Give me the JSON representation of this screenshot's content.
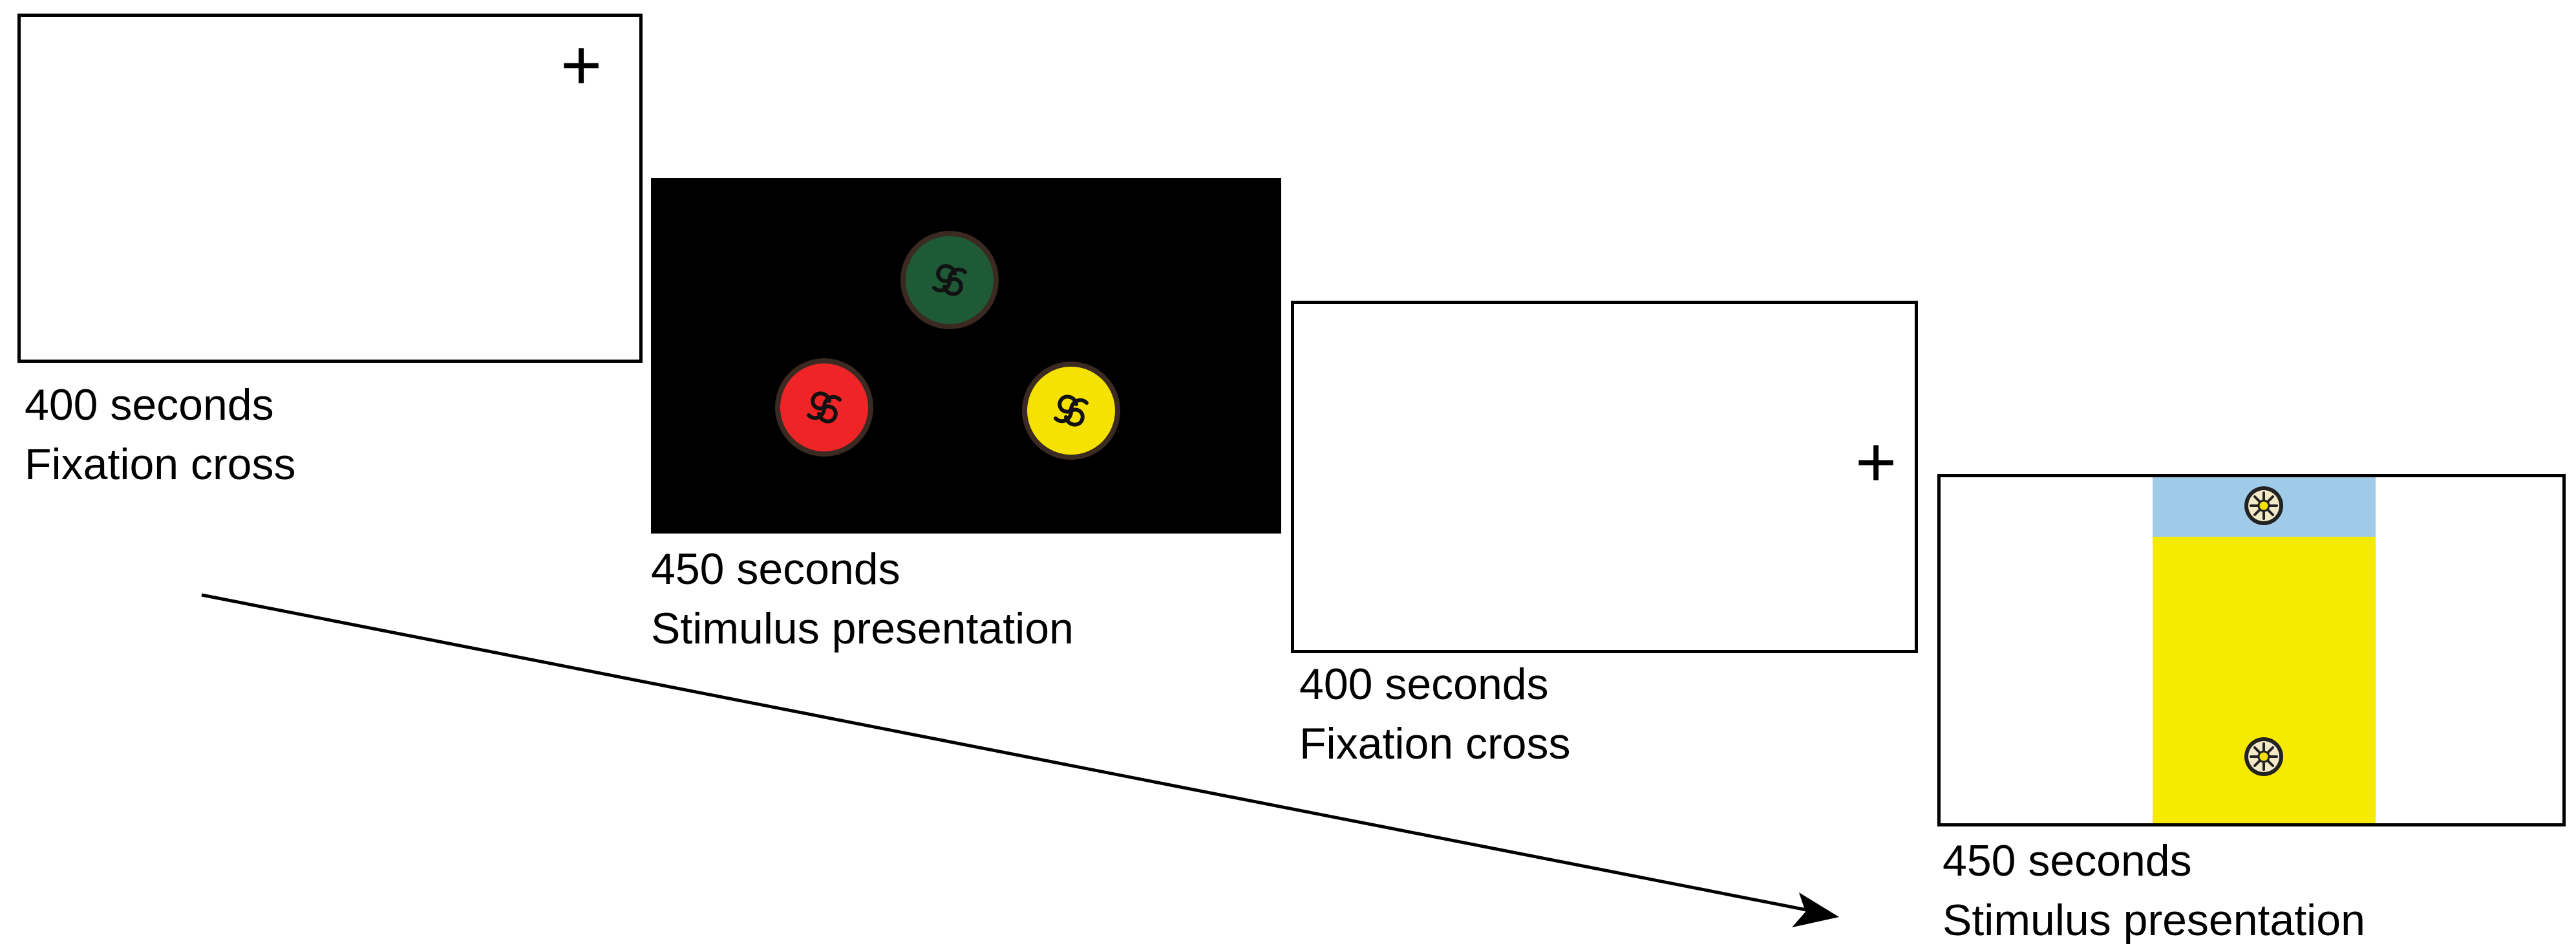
{
  "colors": {
    "background": "#ffffff",
    "stimulus_bg": "#000000",
    "green_disc": "#1e5a36",
    "red_disc": "#ef2427",
    "yellow_disc": "#f6e200",
    "disc_rim": "#3a2a22",
    "light_blue": "#a0cbe8",
    "yellow_block": "#f5ea00"
  },
  "frames": [
    {
      "duration": "400 seconds",
      "label": "Fixation cross",
      "cross": "+"
    },
    {
      "duration": "450 seconds",
      "label": "Stimulus presentation"
    },
    {
      "duration": "400 seconds",
      "label": "Fixation cross",
      "cross": "+"
    },
    {
      "duration": "450 seconds",
      "label": "Stimulus presentation"
    }
  ],
  "icons": {
    "stimulus_disc": "triskelion-spiral-icon",
    "target_marker": "dotted-compass-icon",
    "timeline": "arrow-right-icon"
  }
}
